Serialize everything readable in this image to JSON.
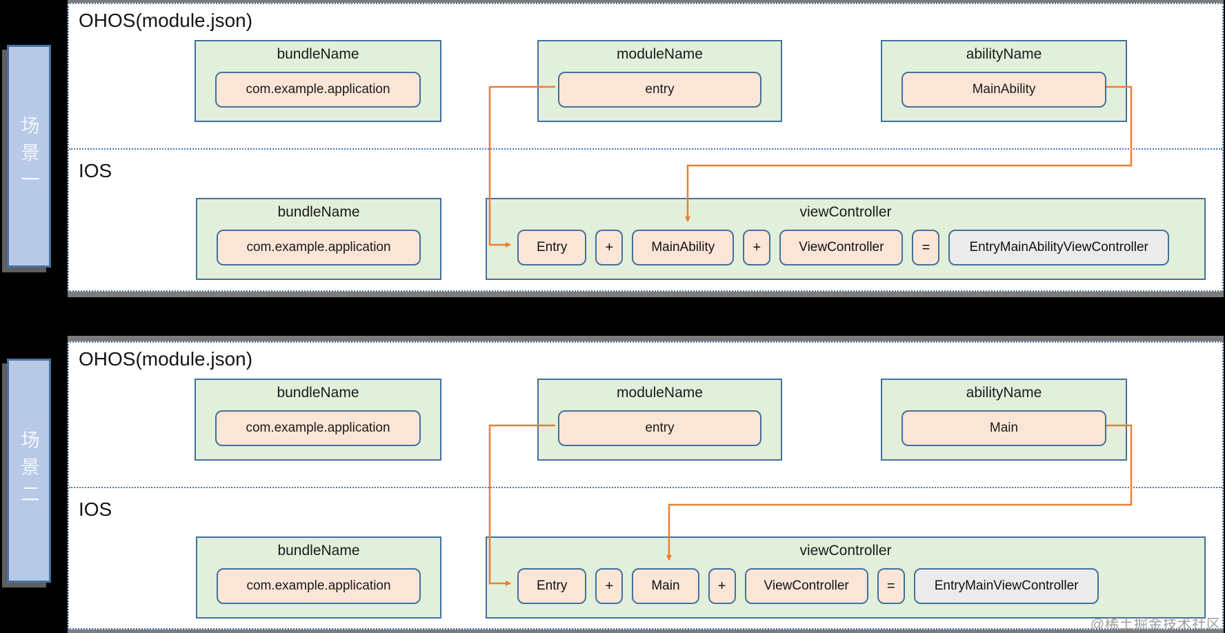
{
  "watermark": "@稀土掘金技术社区",
  "colors": {
    "background": "#000000",
    "panel_border_blue": "#4576a9",
    "green_box_fill": "#e2efda",
    "box_border_blue": "#41719c",
    "value_pill_fill": "#fbe5d6",
    "result_box_fill": "#ebebeb",
    "arrow_orange": "#ed7d31",
    "scenario_bar_fill": "#b7c9e6"
  },
  "panels": [
    {
      "scenario": "场景一",
      "os_title": "OHOS(module.json)",
      "ios_title": "IOS",
      "ohos_row": [
        {
          "title": "bundleName",
          "value": "com.example.application"
        },
        {
          "title": "moduleName",
          "value": "entry"
        },
        {
          "title": "abilityName",
          "value": "MainAbility"
        }
      ],
      "ios_bundle": {
        "title": "bundleName",
        "value": "com.example.application"
      },
      "view_controller": {
        "title": "viewController",
        "parts": [
          "Entry",
          "+",
          "MainAbility",
          "+",
          "ViewController",
          "=",
          "EntryMainAbilityViewController"
        ]
      }
    },
    {
      "scenario": "场景二",
      "os_title": "OHOS(module.json)",
      "ios_title": "IOS",
      "ohos_row": [
        {
          "title": "bundleName",
          "value": "com.example.application"
        },
        {
          "title": "moduleName",
          "value": "entry"
        },
        {
          "title": "abilityName",
          "value": "Main"
        }
      ],
      "ios_bundle": {
        "title": "bundleName",
        "value": "com.example.application"
      },
      "view_controller": {
        "title": "viewController",
        "parts": [
          "Entry",
          "+",
          "Main",
          "+",
          "ViewController",
          "=",
          "EntryMainViewController"
        ]
      }
    }
  ]
}
